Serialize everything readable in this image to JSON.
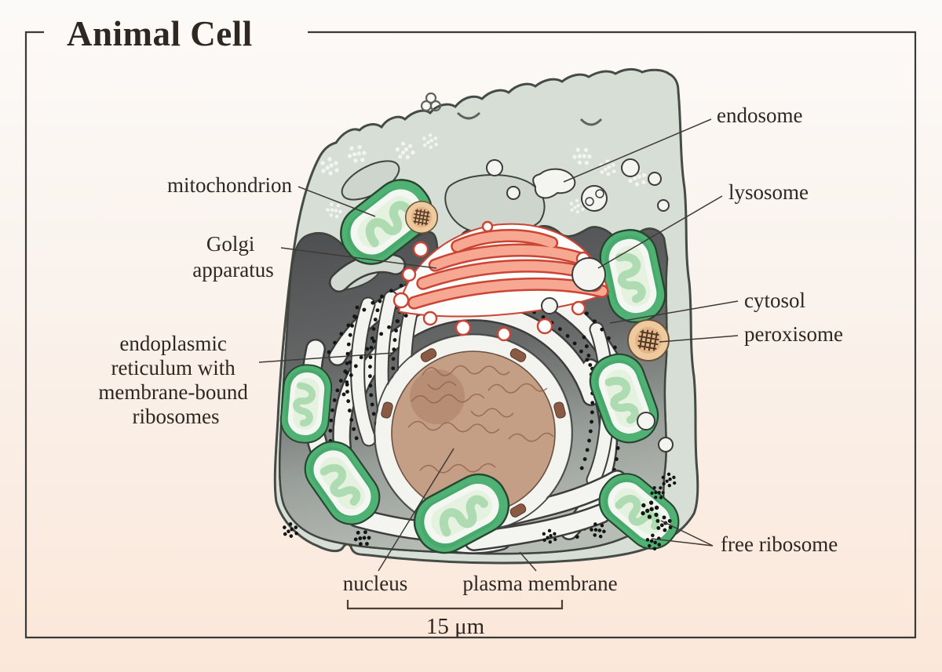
{
  "title": "Animal Cell",
  "labels": {
    "endosome": "endosome",
    "lysosome": "lysosome",
    "mitochondrion": "mitochondrion",
    "golgi_line1": "Golgi",
    "golgi_line2": "apparatus",
    "cytosol": "cytosol",
    "peroxisome": "peroxisome",
    "er_line1": "endoplasmic",
    "er_line2": "reticulum with",
    "er_line3": "membrane-bound",
    "er_line4": "ribosomes",
    "free_ribosome": "free ribosome",
    "nucleus": "nucleus",
    "plasma_membrane": "plasma membrane"
  },
  "scale_bar": {
    "label": "15 μm"
  },
  "colors": {
    "background_top": "#fcf9f6",
    "background_bottom": "#fbe7d9",
    "cell_surface": "#d6ded5",
    "cytosol_dark": "#4e4f50",
    "cytosol_light": "#b7bcb5",
    "mitochondrion_green": "#4fb274",
    "mitochondrion_matrix": "#e4f2df",
    "golgi_salmon": "#f6a893",
    "golgi_outline": "#cb4434",
    "nucleus_brown": "#c59e86",
    "chromatin_brown": "#8f5f48",
    "peroxisome_tan": "#eecb9f",
    "vesicle_white": "#f4f5f1",
    "label_text": "#2e2722"
  }
}
